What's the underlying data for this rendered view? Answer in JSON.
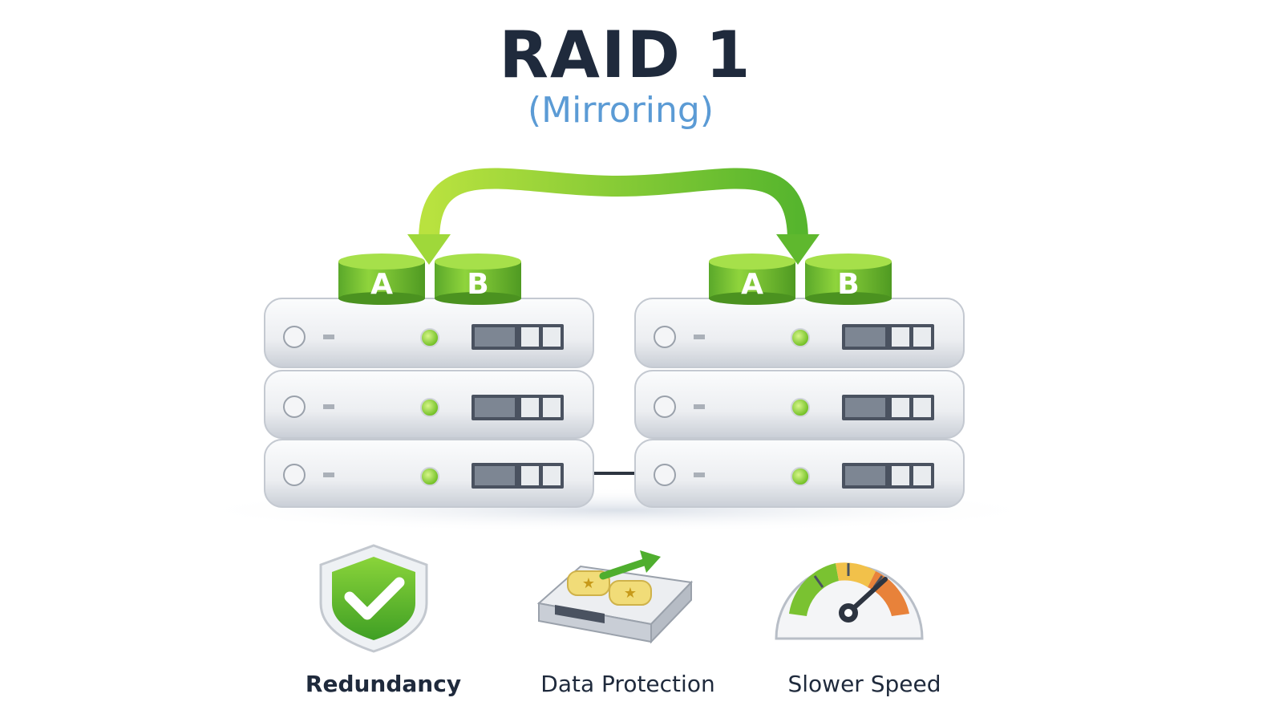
{
  "title": "RAID 1",
  "subtitle": "(Mirroring)",
  "drives": {
    "left": [
      {
        "label": "A"
      },
      {
        "label": "B"
      }
    ],
    "right": [
      {
        "label": "A"
      },
      {
        "label": "B"
      }
    ]
  },
  "features": [
    {
      "label": "Redundancy",
      "icon": "shield-check-icon"
    },
    {
      "label": "Data Protection",
      "icon": "hard-drive-arrow-icon"
    },
    {
      "label": "Slower Speed",
      "icon": "speedometer-icon"
    }
  ],
  "colors": {
    "title": "#1f2a3c",
    "subtitle": "#5b9bd5",
    "green": "#7ac231",
    "server": "#eceef1",
    "gauge_orange": "#e8823a"
  }
}
